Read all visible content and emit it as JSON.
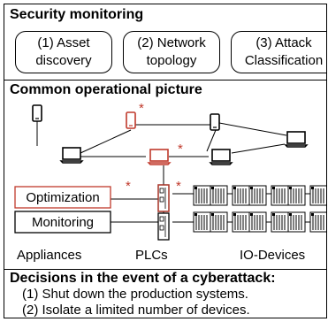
{
  "security": {
    "title": "Security monitoring",
    "items": [
      {
        "line1": "(1) Asset",
        "line2": "discovery"
      },
      {
        "line1": "(2) Network",
        "line2": "topology"
      },
      {
        "line1": "(3) Attack",
        "line2": "Classification"
      }
    ]
  },
  "cop": {
    "title": "Common operational picture",
    "optimization_label": "Optimization",
    "monitoring_label": "Monitoring",
    "appliances_label": "Appliances",
    "plcs_label": "PLCs",
    "iodevices_label": "IO-Devices",
    "marker": "*"
  },
  "decisions": {
    "title": "Decisions in the event of a cyberattack:",
    "items": [
      "(1) Shut down the production systems.",
      "(2) Isolate a limited number of devices."
    ]
  },
  "colors": {
    "highlight": "#c0392b",
    "line": "#000000"
  }
}
